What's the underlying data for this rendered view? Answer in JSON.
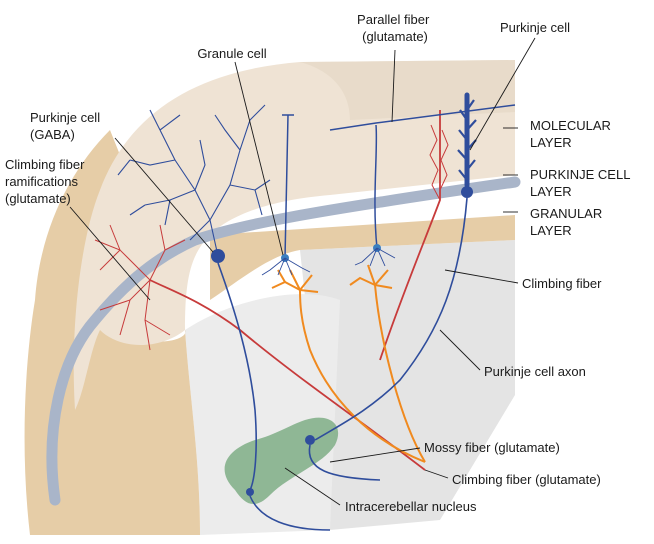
{
  "labels": {
    "parallel_fiber": [
      "Parallel fiber",
      "(glutamate)"
    ],
    "purkinje_cell_top": "Purkinje cell",
    "granule_cell": "Granule cell",
    "purkinje_cell_gaba": [
      "Purkinje cell",
      "(GABA)"
    ],
    "climbing_fiber_ramifications": [
      "Climbing fiber",
      "ramifications",
      "(glutamate)"
    ],
    "molecular_layer": [
      "MOLECULAR",
      "LAYER"
    ],
    "purkinje_cell_layer": [
      "PURKINJE CELL",
      "LAYER"
    ],
    "granular_layer": [
      "GRANULAR",
      "LAYER"
    ],
    "climbing_fiber": "Climbing fiber",
    "purkinje_cell_axon": "Purkinje cell axon",
    "mossy_fiber": "Mossy fiber (glutamate)",
    "climbing_fiber_glutamate": "Climbing fiber (glutamate)",
    "intracerebellar_nucleus": "Intracerebellar nucleus"
  },
  "colors": {
    "molecular": "#efe3d4",
    "granular": "#e6cda7",
    "purkinje_band": "#a9b5c9",
    "white_matter": "#e4e4e4",
    "nucleus": "#7fae86",
    "purkinje_cell": "#2f4d9c",
    "climbing_fiber": "#c73b3b",
    "mossy_fiber": "#f08a1f"
  }
}
